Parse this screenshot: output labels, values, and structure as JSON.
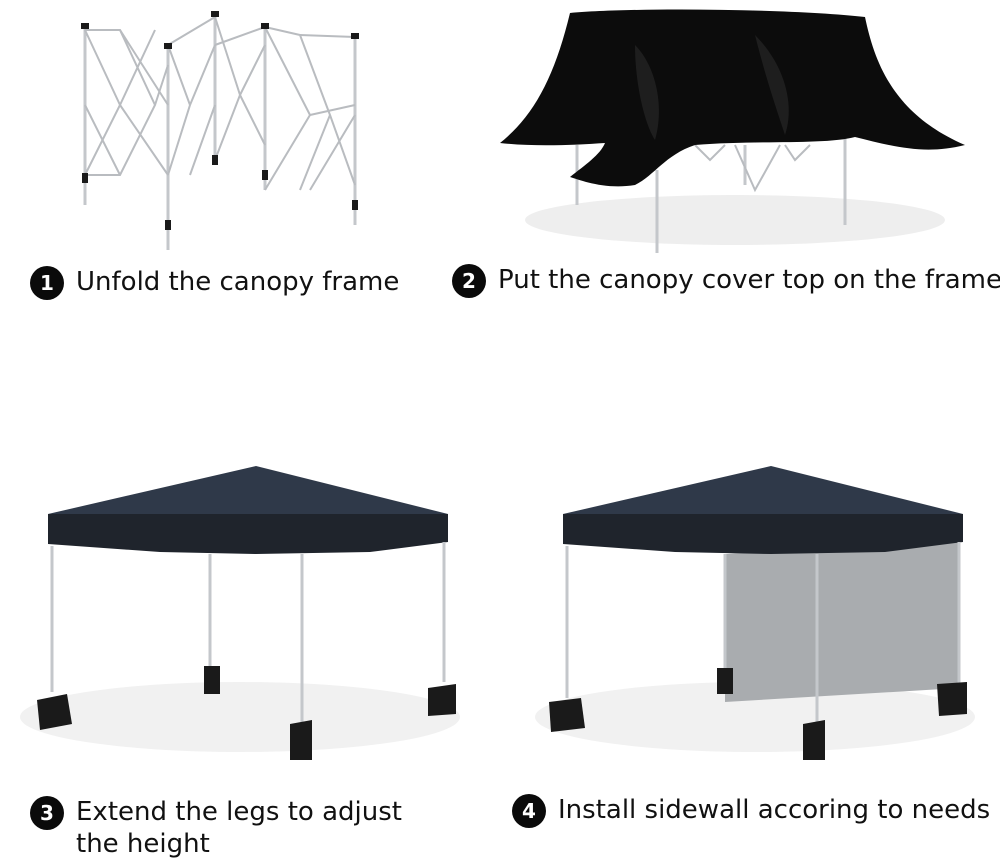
{
  "steps": [
    {
      "number": "1",
      "label": "Unfold the canopy frame",
      "image_icon": "folding-frame-icon"
    },
    {
      "number": "2",
      "label": "Put the canopy cover top on the frame",
      "image_icon": "cover-on-frame-icon"
    },
    {
      "number": "3",
      "label": "Extend the legs to adjust the height",
      "image_icon": "canopy-tent-icon"
    },
    {
      "number": "4",
      "label": "Install sidewall accoring to needs",
      "image_icon": "canopy-sidewall-icon"
    }
  ],
  "colors": {
    "canopy": "#2f3949",
    "cover": "#0c0c0c",
    "frame": "#c9ccd0",
    "badge": "#0a0a0a",
    "text": "#111111",
    "sidewall": "#a9acaf"
  }
}
